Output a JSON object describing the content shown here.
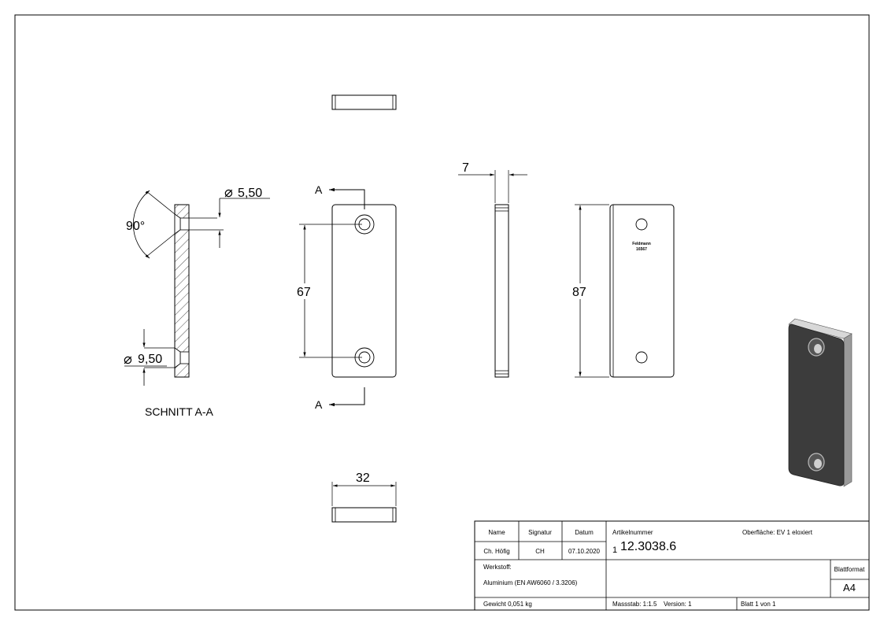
{
  "section": {
    "label": "SCHNITT A-A",
    "angle": "90°",
    "hole_diameter": "5,50",
    "counterbore_diameter": "9,50",
    "diameter_symbol": "⌀"
  },
  "front": {
    "cut_mark": "A",
    "hole_spacing": "67"
  },
  "side": {
    "thickness": "7"
  },
  "rear": {
    "length": "87",
    "engraving_line1": "Feldmann",
    "engraving_line2": "16567"
  },
  "bottom": {
    "width": "32"
  },
  "title_block": {
    "headers": {
      "name": "Name",
      "signature": "Signatur",
      "date": "Datum"
    },
    "name": "Ch. Höfig",
    "signature": "CH",
    "date": "07.10.2020",
    "article_label": "Artikelnummer",
    "article_prefix": "1",
    "article_number": "12.3038.6",
    "surface": "Oberfläche:  EV 1 eloxiert",
    "material_label": "Werkstoff:",
    "material": "Aluminium (EN AW6060 / 3.3206)",
    "format_label": "Blattformat",
    "format": "A4",
    "weight": "Gewicht 0,051 kg",
    "scale": "Massstab: 1:1.5",
    "version": "Version: 1",
    "sheet": "Blatt 1 von 1"
  },
  "colors": {
    "line": "#000000",
    "paper": "#ffffff",
    "iso_face": "#3a3a3a",
    "iso_edge": "#cfcfcf"
  }
}
